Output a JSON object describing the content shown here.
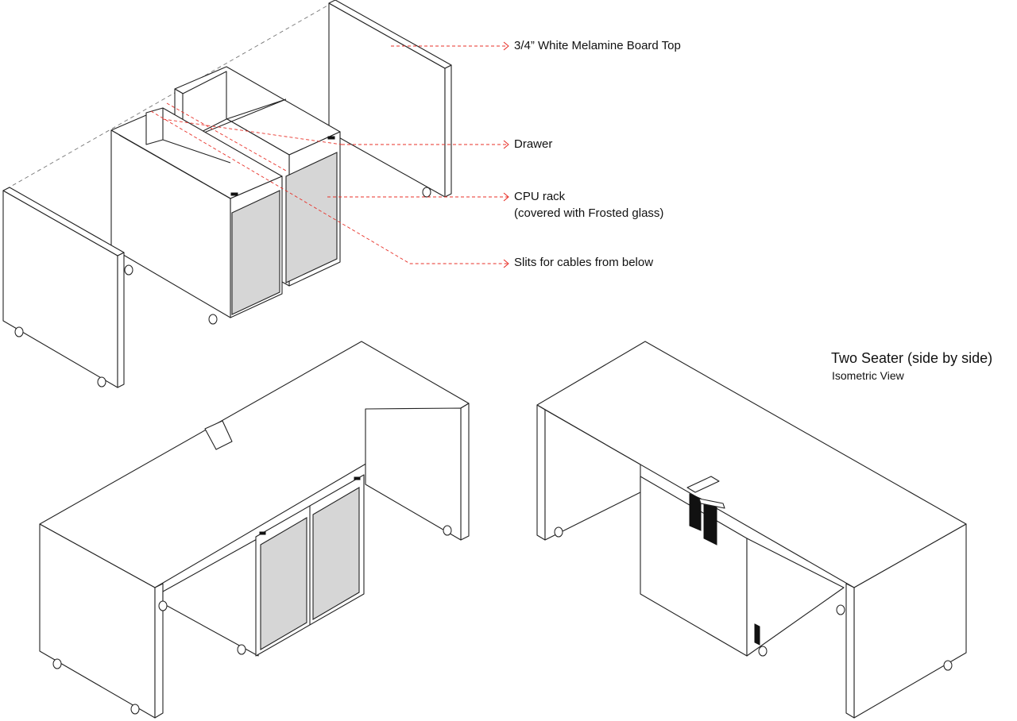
{
  "title": "Two Seater (side by side)",
  "subtitle": "Isometric View",
  "callouts": {
    "top": "3/4” White Melamine Board Top",
    "drawer": "Drawer",
    "cpu_rack_line1": "CPU rack",
    "cpu_rack_line2": "(covered with Frosted glass)",
    "slits": "Slits for cables from below"
  },
  "colors": {
    "leader": "#e8322a",
    "frosted_glass": "#d6d6d6",
    "line": "#222222"
  }
}
